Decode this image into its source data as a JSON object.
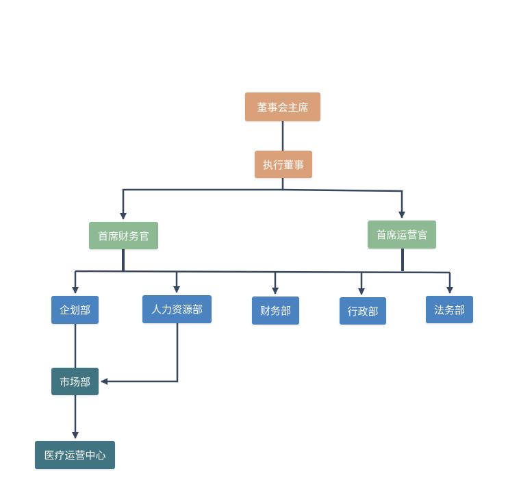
{
  "colors": {
    "orange": "#d9a07a",
    "green": "#8dba93",
    "blue": "#4a83c0",
    "teal": "#3f7480",
    "line": "#35465e"
  },
  "nodes": {
    "chairman": "董事会主席",
    "executive_director": "执行董事",
    "cfo": "首席财务官",
    "coo": "首席运营官",
    "planning": "企划部",
    "hr": "人力资源部",
    "finance": "财务部",
    "admin": "行政部",
    "legal": "法务部",
    "marketing": "市场部",
    "medical_ops": "医疗运营中心"
  }
}
